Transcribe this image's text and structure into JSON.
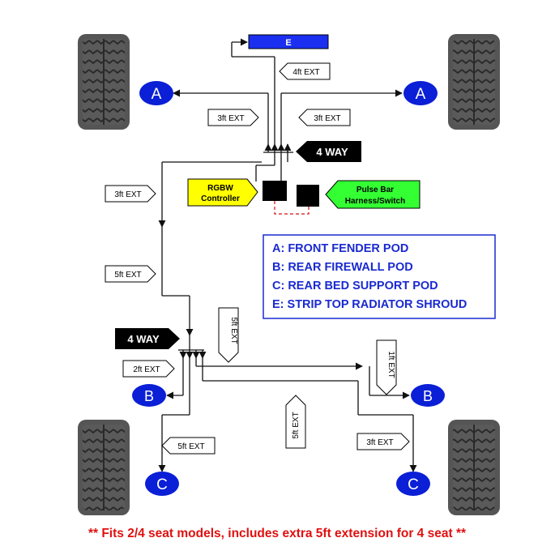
{
  "nodes": {
    "e_bar": "E",
    "a_left": "A",
    "a_right": "A",
    "b_left": "B",
    "b_right": "B",
    "c_left": "C",
    "c_right": "C"
  },
  "extensions": {
    "ext_4ft_top": "4ft EXT",
    "ext_3ft_left_upper": "3ft EXT",
    "ext_3ft_right_upper": "3ft EXT",
    "ext_3ft_left_mid": "3ft EXT",
    "ext_5ft_left_mid": "5ft EXT",
    "ext_5ft_vertical_center": "5ft EXT",
    "ext_2ft_left_lower": "2ft EXT",
    "ext_1ft_vertical_right": "1ft EXT",
    "ext_5ft_vertical_lower": "5ft EXT",
    "ext_5ft_left_bottom": "5ft EXT",
    "ext_3ft_right_bottom": "3ft EXT"
  },
  "splitters": {
    "four_way_upper": "4 WAY",
    "four_way_lower": "4 WAY"
  },
  "controllers": {
    "rgbw_line1": "RGBW",
    "rgbw_line2": "Controller",
    "pulse_line1": "Pulse Bar",
    "pulse_line2": "Harness/Switch"
  },
  "legend": {
    "items": [
      "A: FRONT FENDER POD",
      "B: REAR FIREWALL POD",
      "C: REAR BED SUPPORT POD",
      "E: STRIP TOP RADIATOR SHROUD"
    ]
  },
  "footer": {
    "note": "** Fits 2/4 seat models, includes extra 5ft extension for 4 seat **"
  },
  "colors": {
    "node_blue": "#0a1fd6",
    "e_bar_blue": "#1a2ff0",
    "rgbw_yellow": "#ffff00",
    "pulse_green": "#33ff33",
    "legend_border": "#1a2ad0",
    "legend_text": "#1a2ad0",
    "footer_red": "#e01010",
    "dashed_red": "#d01010",
    "splitter_black": "#000000"
  }
}
